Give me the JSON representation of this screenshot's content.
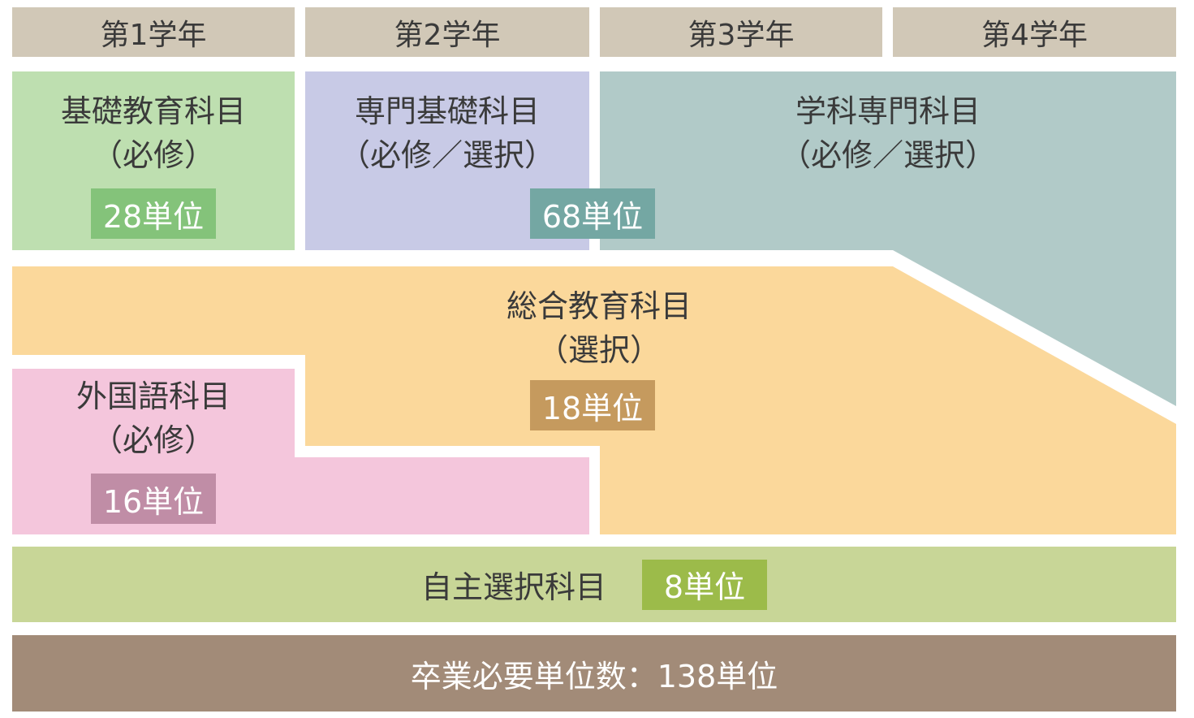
{
  "years": [
    "第1学年",
    "第2学年",
    "第3学年",
    "第4学年"
  ],
  "blocks": {
    "kiso": {
      "title": "基礎教育科目",
      "note": "（必修）",
      "credits": "28単位",
      "fill": "#bedfb0",
      "badge": "#84c37a"
    },
    "senmon_kiso": {
      "title": "専門基礎科目",
      "note": "（必修／選択）",
      "fill": "#c8cae6"
    },
    "gakka": {
      "title": "学科専門科目",
      "note": "（必修／選択）",
      "credits": "68単位",
      "fill": "#b1cac8",
      "badge": "#74a7a3"
    },
    "sogo": {
      "title": "総合教育科目",
      "note": "（選択）",
      "credits": "18単位",
      "fill": "#fbd89b",
      "badge": "#c59a5e"
    },
    "gaikoku": {
      "title": "外国語科目",
      "note": "（必修）",
      "credits": "16単位",
      "fill": "#f4c6dc",
      "badge": "#c08da6"
    },
    "jishu": {
      "title": "自主選択科目",
      "credits": "8単位",
      "fill": "#c8d697",
      "badge": "#9cbb4a"
    }
  },
  "total": {
    "label": "卒業必要単位数：138単位",
    "fill": "#a28b78"
  }
}
